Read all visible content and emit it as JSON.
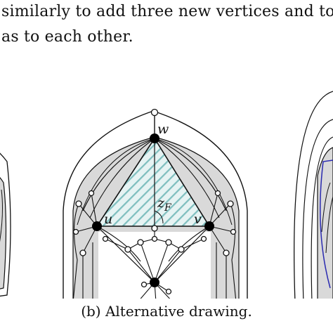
{
  "body_text": {
    "line1": "similarly to add three new vertices and to",
    "line2": "as to each other."
  },
  "figure": {
    "vertex_labels": {
      "w": "w",
      "u": "u",
      "v": "v",
      "zF": "z",
      "zF_sub": "F"
    },
    "colors": {
      "shaded_region": "#d9d9d9",
      "hatch": "#7fbfbf",
      "hatch_fill": "#e6f3f3",
      "blue_curve": "#2a2ab0"
    }
  },
  "caption": "(b) Alternative drawing."
}
